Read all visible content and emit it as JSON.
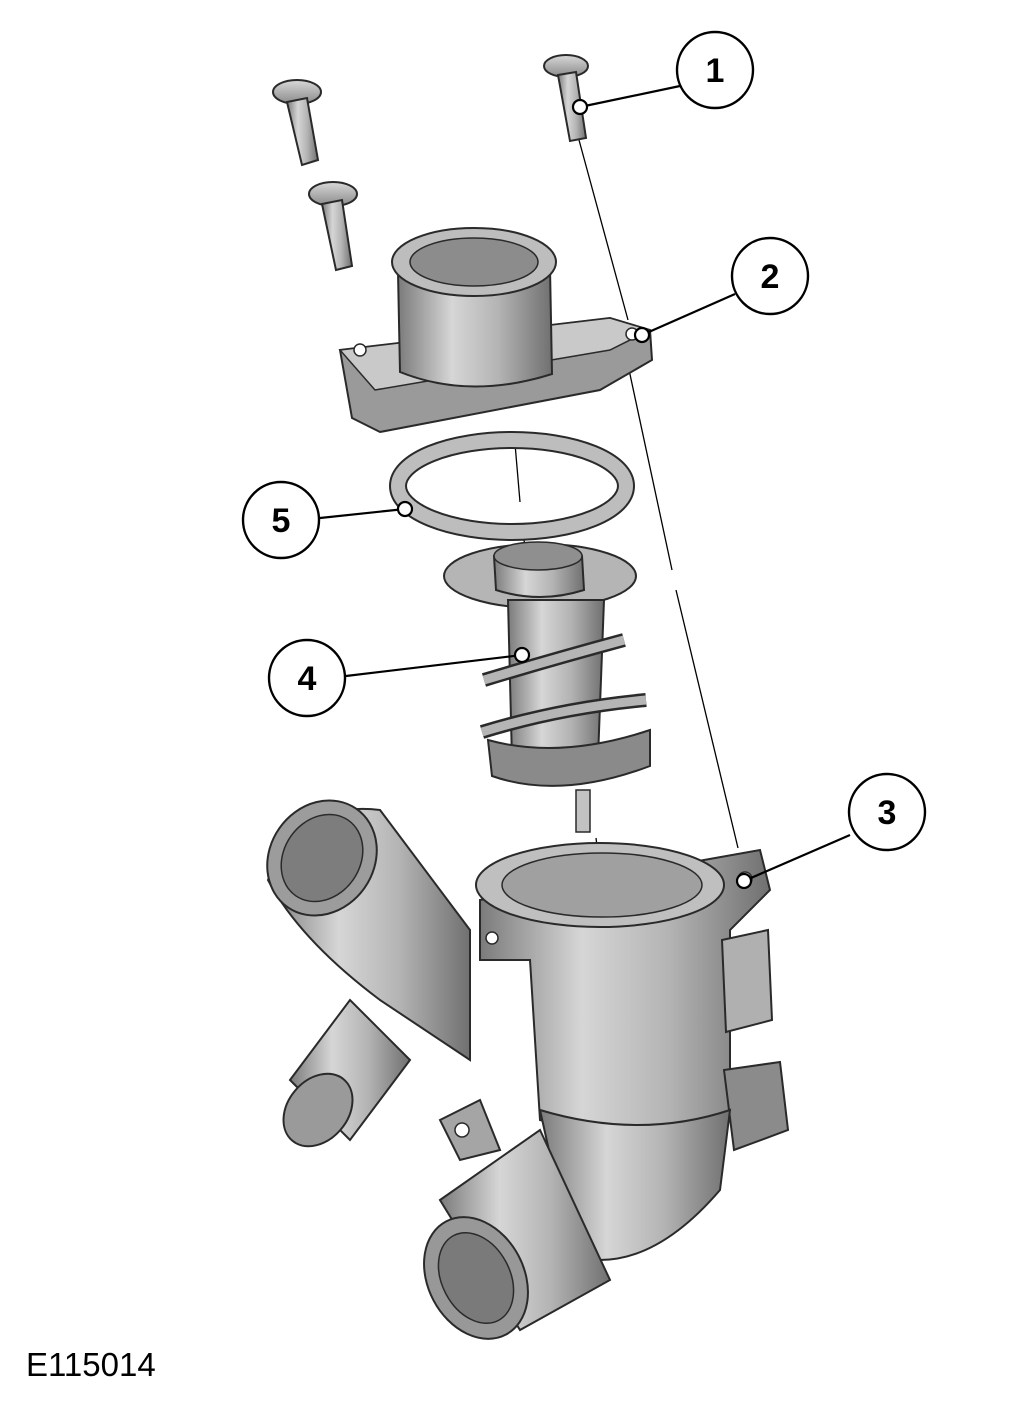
{
  "figure_id": "E115014",
  "callouts": [
    {
      "label": "1",
      "part": "bolt"
    },
    {
      "label": "2",
      "part": "thermostat-cover"
    },
    {
      "label": "3",
      "part": "thermostat-housing"
    },
    {
      "label": "4",
      "part": "thermostat"
    },
    {
      "label": "5",
      "part": "seal"
    }
  ],
  "colors": {
    "part_fill": "#a9a9a9",
    "part_light": "#d2d2d2",
    "part_dark": "#6e6e6e",
    "outline": "#2a2a2a",
    "line": "#000000"
  }
}
